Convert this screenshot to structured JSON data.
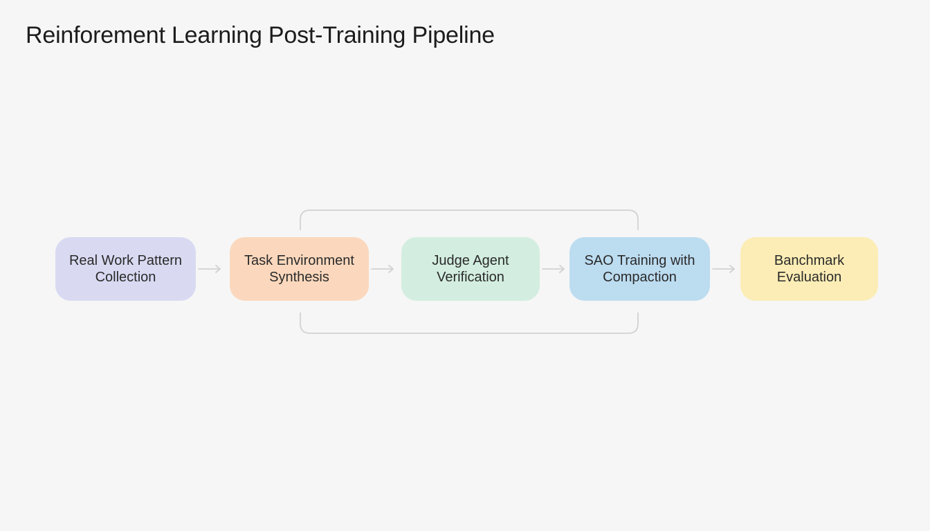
{
  "title": "Reinforement Learning Post-Training Pipeline",
  "steps": [
    {
      "label": "Real Work Pattern\nCollection",
      "color": "#d9daf2"
    },
    {
      "label": "Task Environment\nSynthesis",
      "color": "#fbd8bd"
    },
    {
      "label": "Judge Agent\nVerification",
      "color": "#d3eee0"
    },
    {
      "label": "SAO Training with\nCompaction",
      "color": "#bcdcf0"
    },
    {
      "label": "Banchmark\nEvaluation",
      "color": "#fbedb5"
    }
  ],
  "colors": {
    "background": "#f6f6f6",
    "connector": "#d2d2d2"
  }
}
